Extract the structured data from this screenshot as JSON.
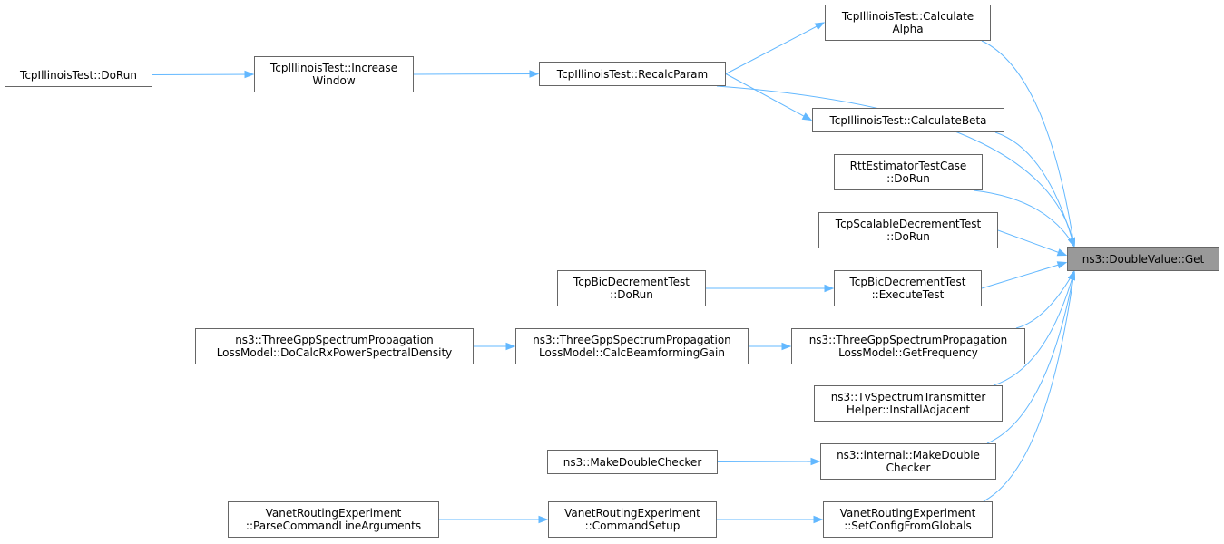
{
  "diagram": {
    "title": "",
    "edge_color": "#63b8ff",
    "node_border_color": "#666666",
    "highlight_fill": "#999999",
    "nodes": [
      {
        "id": "get",
        "lines": [
          "ns3::DoubleValue::Get"
        ],
        "highlight": true
      },
      {
        "id": "calc_alpha",
        "lines": [
          "TcpIllinoisTest::Calculate",
          "Alpha"
        ]
      },
      {
        "id": "recalc",
        "lines": [
          "TcpIllinoisTest::RecalcParam"
        ]
      },
      {
        "id": "inc_window",
        "lines": [
          "TcpIllinoisTest::Increase",
          "Window"
        ]
      },
      {
        "id": "illinois_dorun",
        "lines": [
          "TcpIllinoisTest::DoRun"
        ]
      },
      {
        "id": "calc_beta",
        "lines": [
          "TcpIllinoisTest::CalculateBeta"
        ]
      },
      {
        "id": "rtt_dorun",
        "lines": [
          "RttEstimatorTestCase",
          "::DoRun"
        ]
      },
      {
        "id": "scalable_dorun",
        "lines": [
          "TcpScalableDecrementTest",
          "::DoRun"
        ]
      },
      {
        "id": "bic_exec",
        "lines": [
          "TcpBicDecrementTest",
          "::ExecuteTest"
        ]
      },
      {
        "id": "bic_dorun",
        "lines": [
          "TcpBicDecrementTest",
          "::DoRun"
        ]
      },
      {
        "id": "gpp_getfreq",
        "lines": [
          "ns3::ThreeGppSpectrumPropagation",
          "LossModel::GetFrequency"
        ]
      },
      {
        "id": "gpp_beam",
        "lines": [
          "ns3::ThreeGppSpectrumPropagation",
          "LossModel::CalcBeamformingGain"
        ]
      },
      {
        "id": "gpp_rxpsd",
        "lines": [
          "ns3::ThreeGppSpectrumPropagation",
          "LossModel::DoCalcRxPowerSpectralDensity"
        ]
      },
      {
        "id": "tv_install",
        "lines": [
          "ns3::TvSpectrumTransmitter",
          "Helper::InstallAdjacent"
        ]
      },
      {
        "id": "internal_mdc",
        "lines": [
          "ns3::internal::MakeDouble",
          "Checker"
        ]
      },
      {
        "id": "make_dc",
        "lines": [
          "ns3::MakeDoubleChecker"
        ]
      },
      {
        "id": "vanet_setcfg",
        "lines": [
          "VanetRoutingExperiment",
          "::SetConfigFromGlobals"
        ]
      },
      {
        "id": "vanet_cmd",
        "lines": [
          "VanetRoutingExperiment",
          "::CommandSetup"
        ]
      },
      {
        "id": "vanet_parse",
        "lines": [
          "VanetRoutingExperiment",
          "::ParseCommandLineArguments"
        ]
      }
    ],
    "edges": [
      {
        "from": "calc_alpha",
        "to": "get"
      },
      {
        "from": "recalc",
        "to": "get"
      },
      {
        "from": "calc_beta",
        "to": "get"
      },
      {
        "from": "rtt_dorun",
        "to": "get"
      },
      {
        "from": "scalable_dorun",
        "to": "get"
      },
      {
        "from": "bic_exec",
        "to": "get"
      },
      {
        "from": "gpp_getfreq",
        "to": "get"
      },
      {
        "from": "tv_install",
        "to": "get"
      },
      {
        "from": "internal_mdc",
        "to": "get"
      },
      {
        "from": "vanet_setcfg",
        "to": "get"
      },
      {
        "from": "recalc",
        "to": "calc_alpha"
      },
      {
        "from": "recalc",
        "to": "calc_beta"
      },
      {
        "from": "inc_window",
        "to": "recalc"
      },
      {
        "from": "illinois_dorun",
        "to": "inc_window"
      },
      {
        "from": "bic_dorun",
        "to": "bic_exec"
      },
      {
        "from": "gpp_beam",
        "to": "gpp_getfreq"
      },
      {
        "from": "gpp_rxpsd",
        "to": "gpp_beam"
      },
      {
        "from": "make_dc",
        "to": "internal_mdc"
      },
      {
        "from": "vanet_cmd",
        "to": "vanet_setcfg"
      },
      {
        "from": "vanet_parse",
        "to": "vanet_cmd"
      }
    ]
  }
}
